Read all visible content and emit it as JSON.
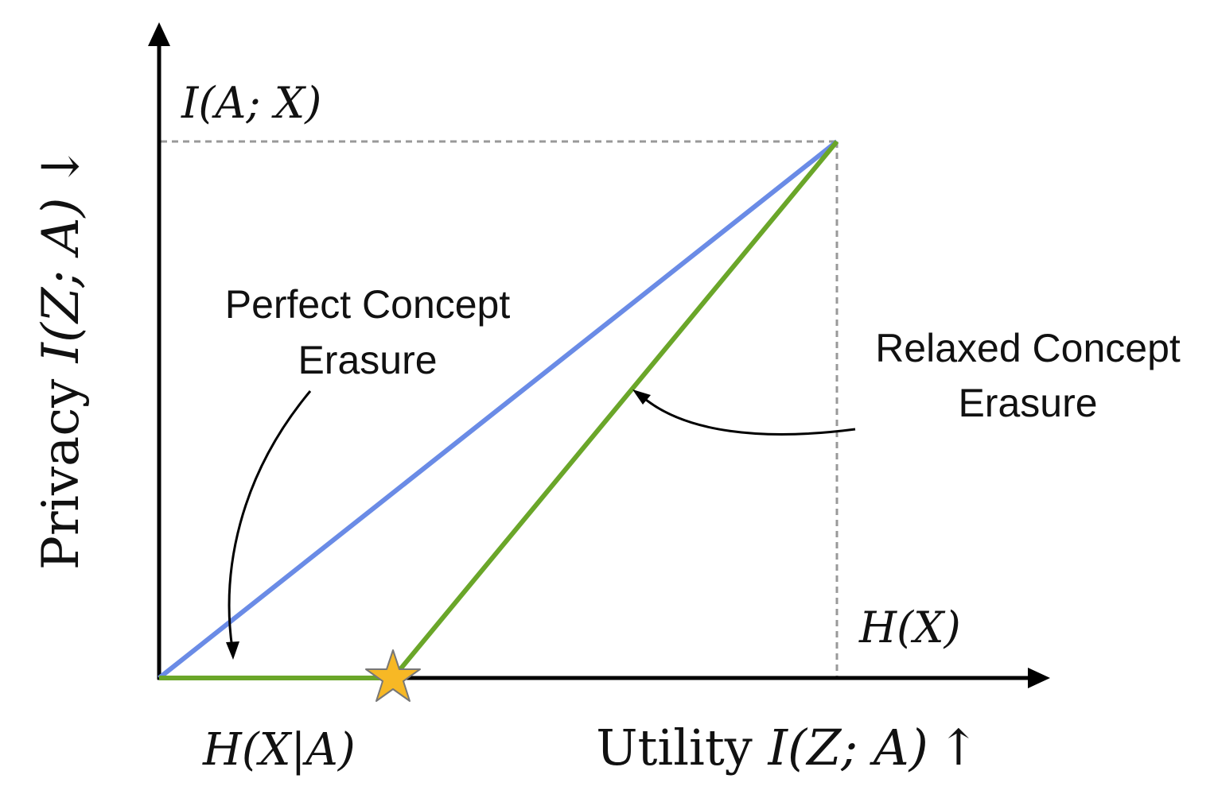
{
  "axes": {
    "y_label_prefix": "Privacy ",
    "y_label_math": "I(Z; A)",
    "y_label_arrow": "↓",
    "x_label_prefix": "Utility ",
    "x_label_math": "I(Z; A)",
    "x_label_arrow": "↑"
  },
  "markers": {
    "y_mark": "I(A; X)",
    "x_mark_max": "H(X)",
    "x_mark_min": "H(X|A)"
  },
  "annotations": {
    "perfect_line1": "Perfect Concept",
    "perfect_line2": "Erasure",
    "relaxed_line1": "Relaxed Concept",
    "relaxed_line2": "Erasure"
  },
  "colors": {
    "blue_line": "#6a8be6",
    "green_line": "#6aa629",
    "star_fill": "#f7b825",
    "axis": "#000000",
    "guide": "#999999"
  }
}
